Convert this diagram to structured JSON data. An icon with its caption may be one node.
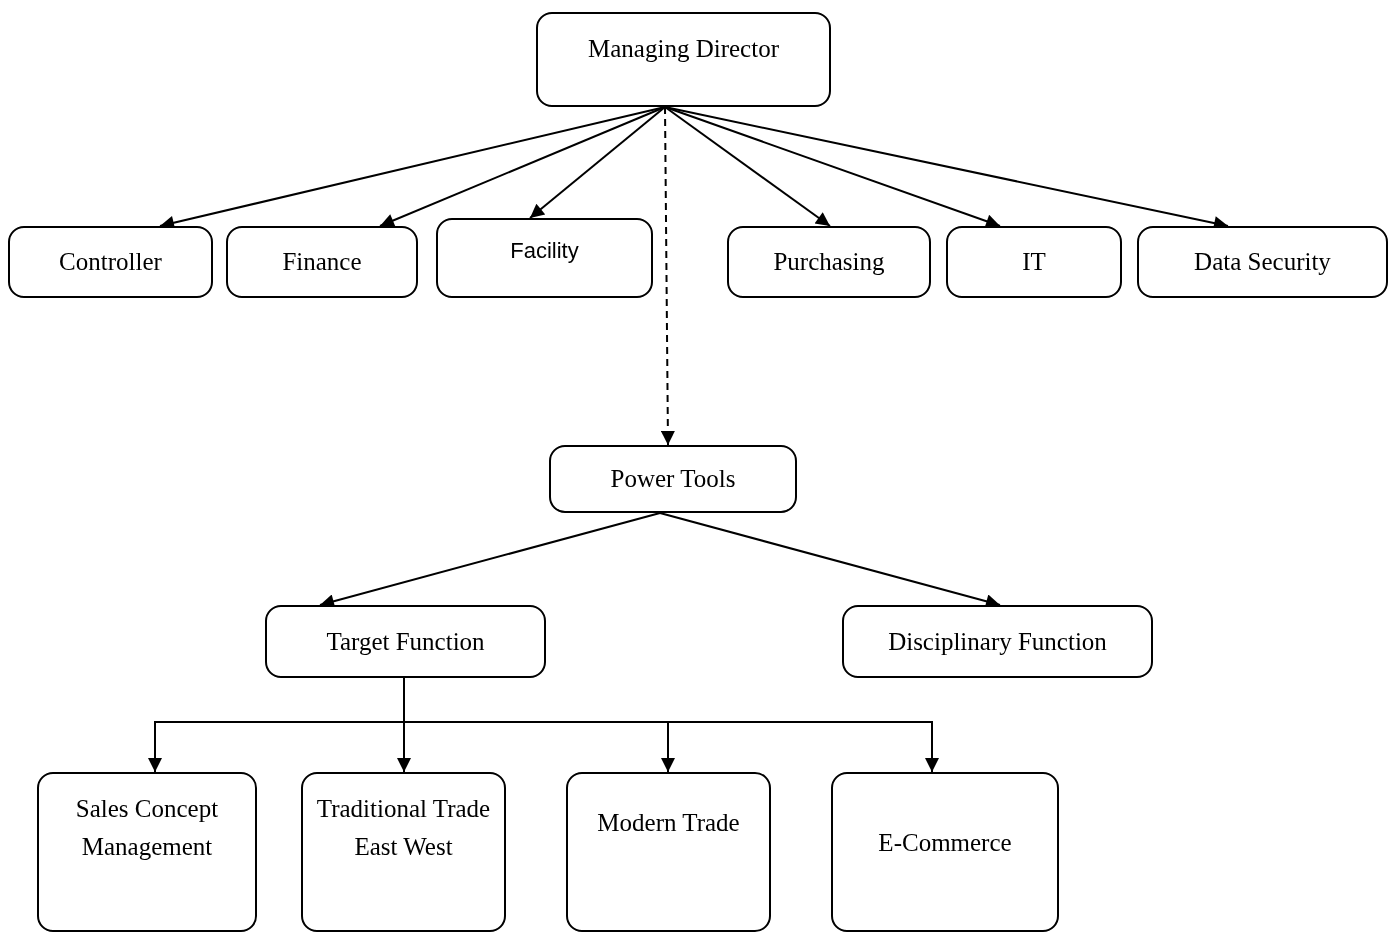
{
  "diagram": {
    "nodes": [
      {
        "text": [
          "Managing Director"
        ]
      },
      {
        "text": [
          "Controller"
        ]
      },
      {
        "text": [
          "Finance"
        ]
      },
      {
        "text": [
          "Facility"
        ]
      },
      {
        "text": [
          "Purchasing"
        ]
      },
      {
        "text": [
          "IT"
        ]
      },
      {
        "text": [
          "Data Security"
        ]
      },
      {
        "text": [
          "Power Tools"
        ]
      },
      {
        "text": [
          "Target Function"
        ]
      },
      {
        "text": [
          "Disciplinary Function"
        ]
      },
      {
        "text": [
          "Sales Concept Management"
        ]
      },
      {
        "text": [
          "Traditional Trade East West"
        ]
      },
      {
        "text": [
          "Modern Trade"
        ]
      },
      {
        "text": [
          "E-Commerce"
        ]
      }
    ],
    "edges": [
      {
        "from": 0,
        "to": 1,
        "arrow": "to"
      },
      {
        "from": 0,
        "to": 2,
        "arrow": "to"
      },
      {
        "from": 0,
        "to": 3,
        "arrow": "to"
      },
      {
        "from": 0,
        "to": 7,
        "arrow": "to",
        "style": "dashed"
      },
      {
        "from": 0,
        "to": 4,
        "arrow": "to"
      },
      {
        "from": 0,
        "to": 5,
        "arrow": "to"
      },
      {
        "from": 0,
        "to": 6,
        "arrow": "to"
      },
      {
        "from": 7,
        "to": 8,
        "arrow": "to"
      },
      {
        "from": 7,
        "to": 9,
        "arrow": "to"
      },
      {
        "from": 8,
        "to": 10,
        "arrow": "to"
      },
      {
        "from": 8,
        "to": 11,
        "arrow": "to"
      },
      {
        "from": 8,
        "to": 12,
        "arrow": "to"
      },
      {
        "from": 8,
        "to": 13,
        "arrow": "to"
      }
    ]
  }
}
